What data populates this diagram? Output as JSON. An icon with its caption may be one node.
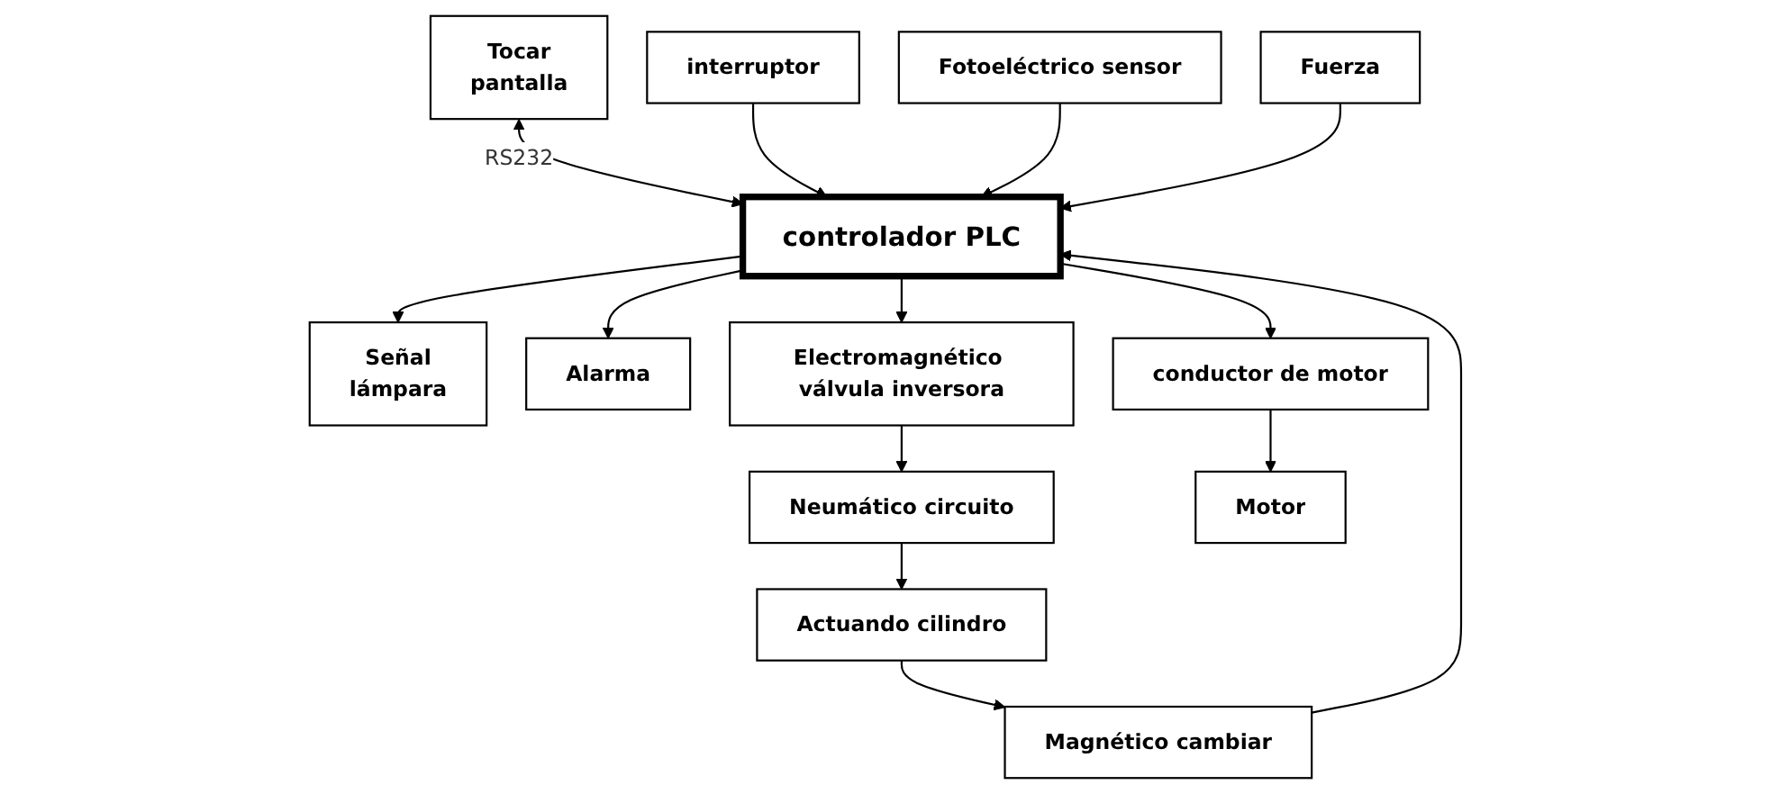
{
  "diagram": {
    "nodes": [
      {
        "text": [
          "Tocar",
          "pantalla"
        ]
      },
      {
        "text": [
          "controlador PLC"
        ]
      },
      {
        "text": [
          "interruptor"
        ]
      },
      {
        "text": [
          "Fotoeléctrico sensor"
        ]
      },
      {
        "text": [
          "Fuerza"
        ]
      },
      {
        "text": [
          "Señal",
          "lámpara"
        ]
      },
      {
        "text": [
          "Alarma"
        ]
      },
      {
        "text": [
          "Electromagnético válvula inversora"
        ]
      },
      {
        "text": [
          "Magnético cambiar"
        ]
      },
      {
        "text": [
          "conductor de motor"
        ]
      },
      {
        "text": [
          "Neumático circuito"
        ]
      },
      {
        "text": [
          "Actuando cilindro"
        ]
      },
      {
        "text": [
          "Motor"
        ]
      }
    ],
    "edges": [
      {
        "from": 0,
        "to": 1,
        "arrow": "both",
        "label": "RS232"
      },
      {
        "from": 2,
        "to": 1,
        "arrow": "to"
      },
      {
        "from": 3,
        "to": 1,
        "arrow": "to"
      },
      {
        "from": 4,
        "to": 1,
        "arrow": "to"
      },
      {
        "from": 1,
        "to": 5,
        "arrow": "to"
      },
      {
        "from": 1,
        "to": 6,
        "arrow": "to"
      },
      {
        "from": 1,
        "to": 7,
        "arrow": "to"
      },
      {
        "from": 8,
        "to": 1,
        "arrow": "to"
      },
      {
        "from": 1,
        "to": 9,
        "arrow": "to"
      },
      {
        "from": 7,
        "to": 10,
        "arrow": "to"
      },
      {
        "from": 10,
        "to": 11,
        "arrow": "to"
      },
      {
        "from": 11,
        "to": 8,
        "arrow": "to"
      },
      {
        "from": 9,
        "to": 12,
        "arrow": "to"
      }
    ]
  }
}
